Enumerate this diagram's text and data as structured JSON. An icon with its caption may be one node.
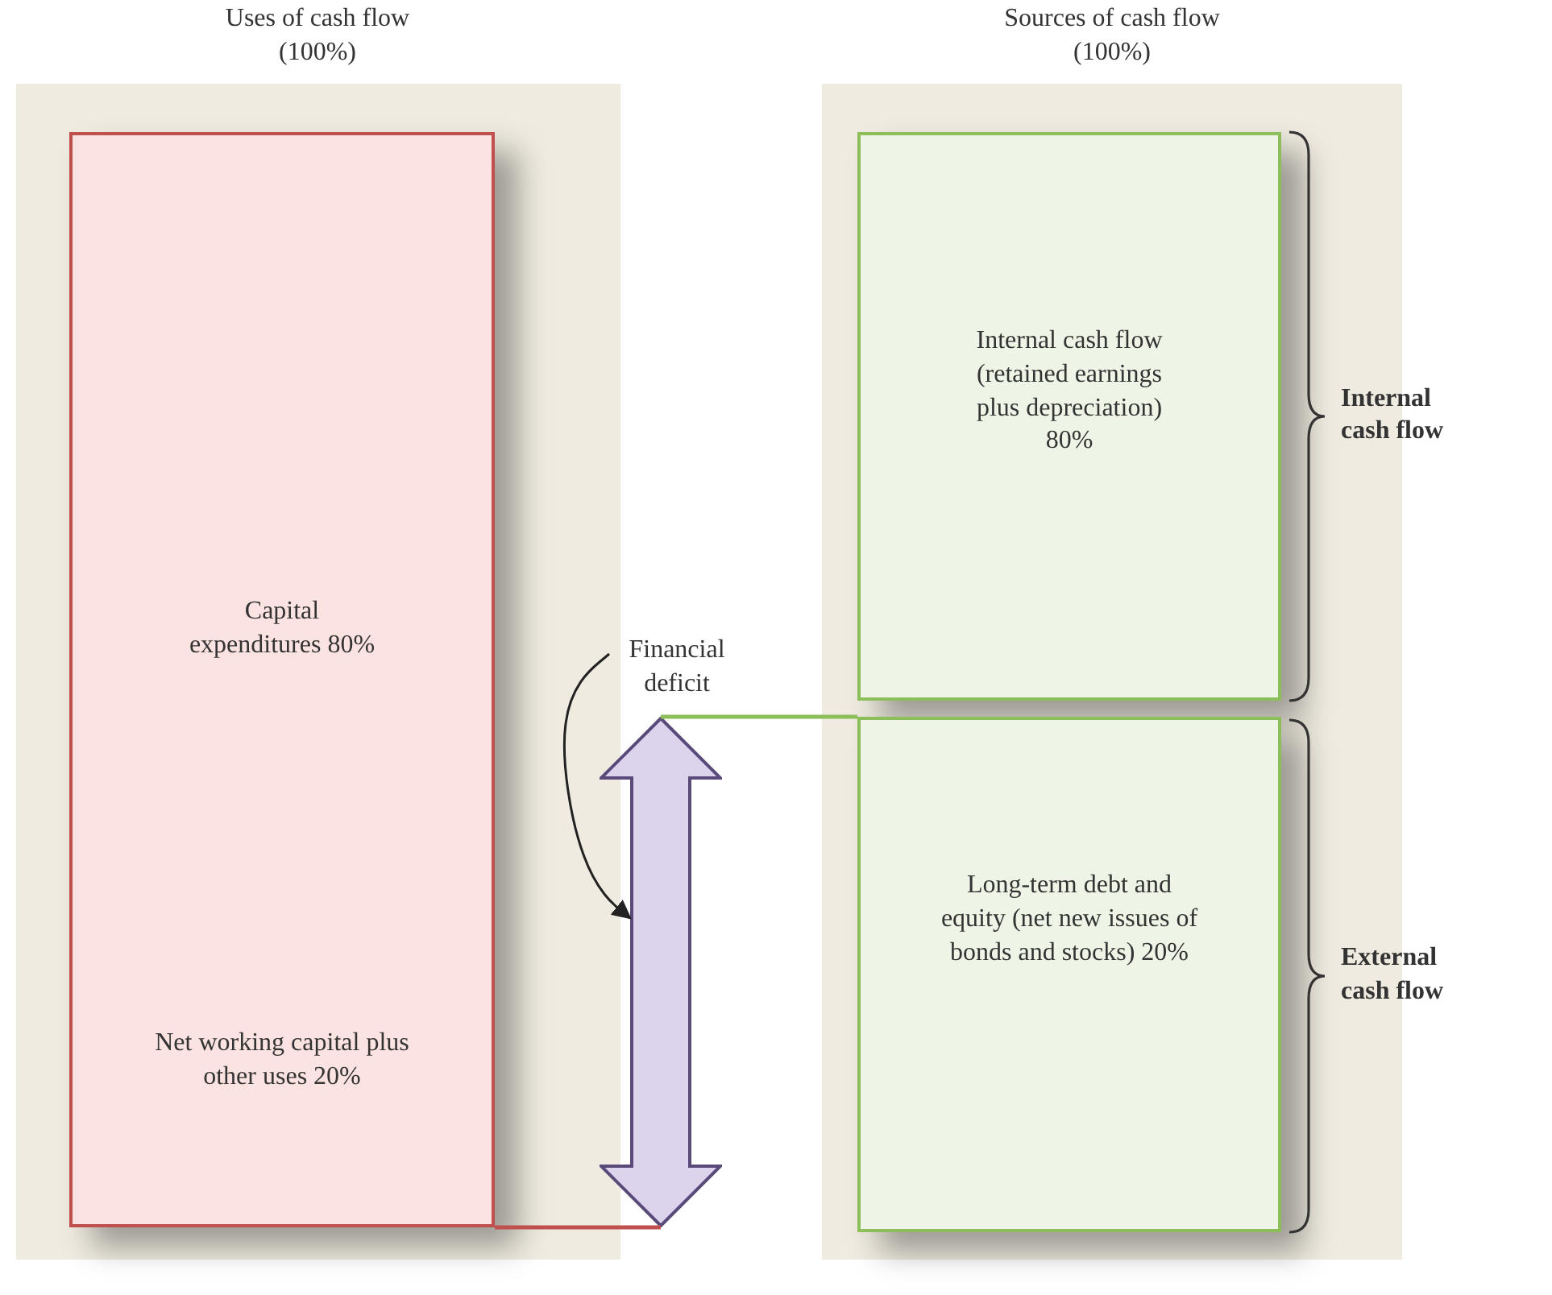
{
  "diagram": {
    "nodes": [
      {
        "text": [
          "Uses of cash flow (100%)"
        ]
      },
      {
        "text": [
          "Capital expenditures 80%",
          "Net working capital plus other uses 20%"
        ],
        "in": 0
      },
      {
        "text": [
          "Sources of cash flow (100%)"
        ]
      },
      {
        "text": [
          "Internal cash flow (retained earnings plus depreciation) 80%"
        ],
        "in": 2
      },
      {
        "text": [
          "Long-term debt and equity (net new issues of bonds and stocks) 20%"
        ],
        "in": 2
      },
      {
        "text": [
          "Financial deficit"
        ]
      },
      {
        "text": [],
        "shape": "arrow"
      }
    ],
    "edges": [
      {
        "from": 5,
        "to": 6,
        "arrow": "to"
      },
      {
        "from": 1,
        "to": 6,
        "arrow": "none",
        "color": "#c0504d"
      },
      {
        "from": 6,
        "to": 4,
        "arrow": "none",
        "color": "#8cbf5a"
      }
    ],
    "labels": [
      "Internal cash flow",
      "External cash flow"
    ]
  }
}
